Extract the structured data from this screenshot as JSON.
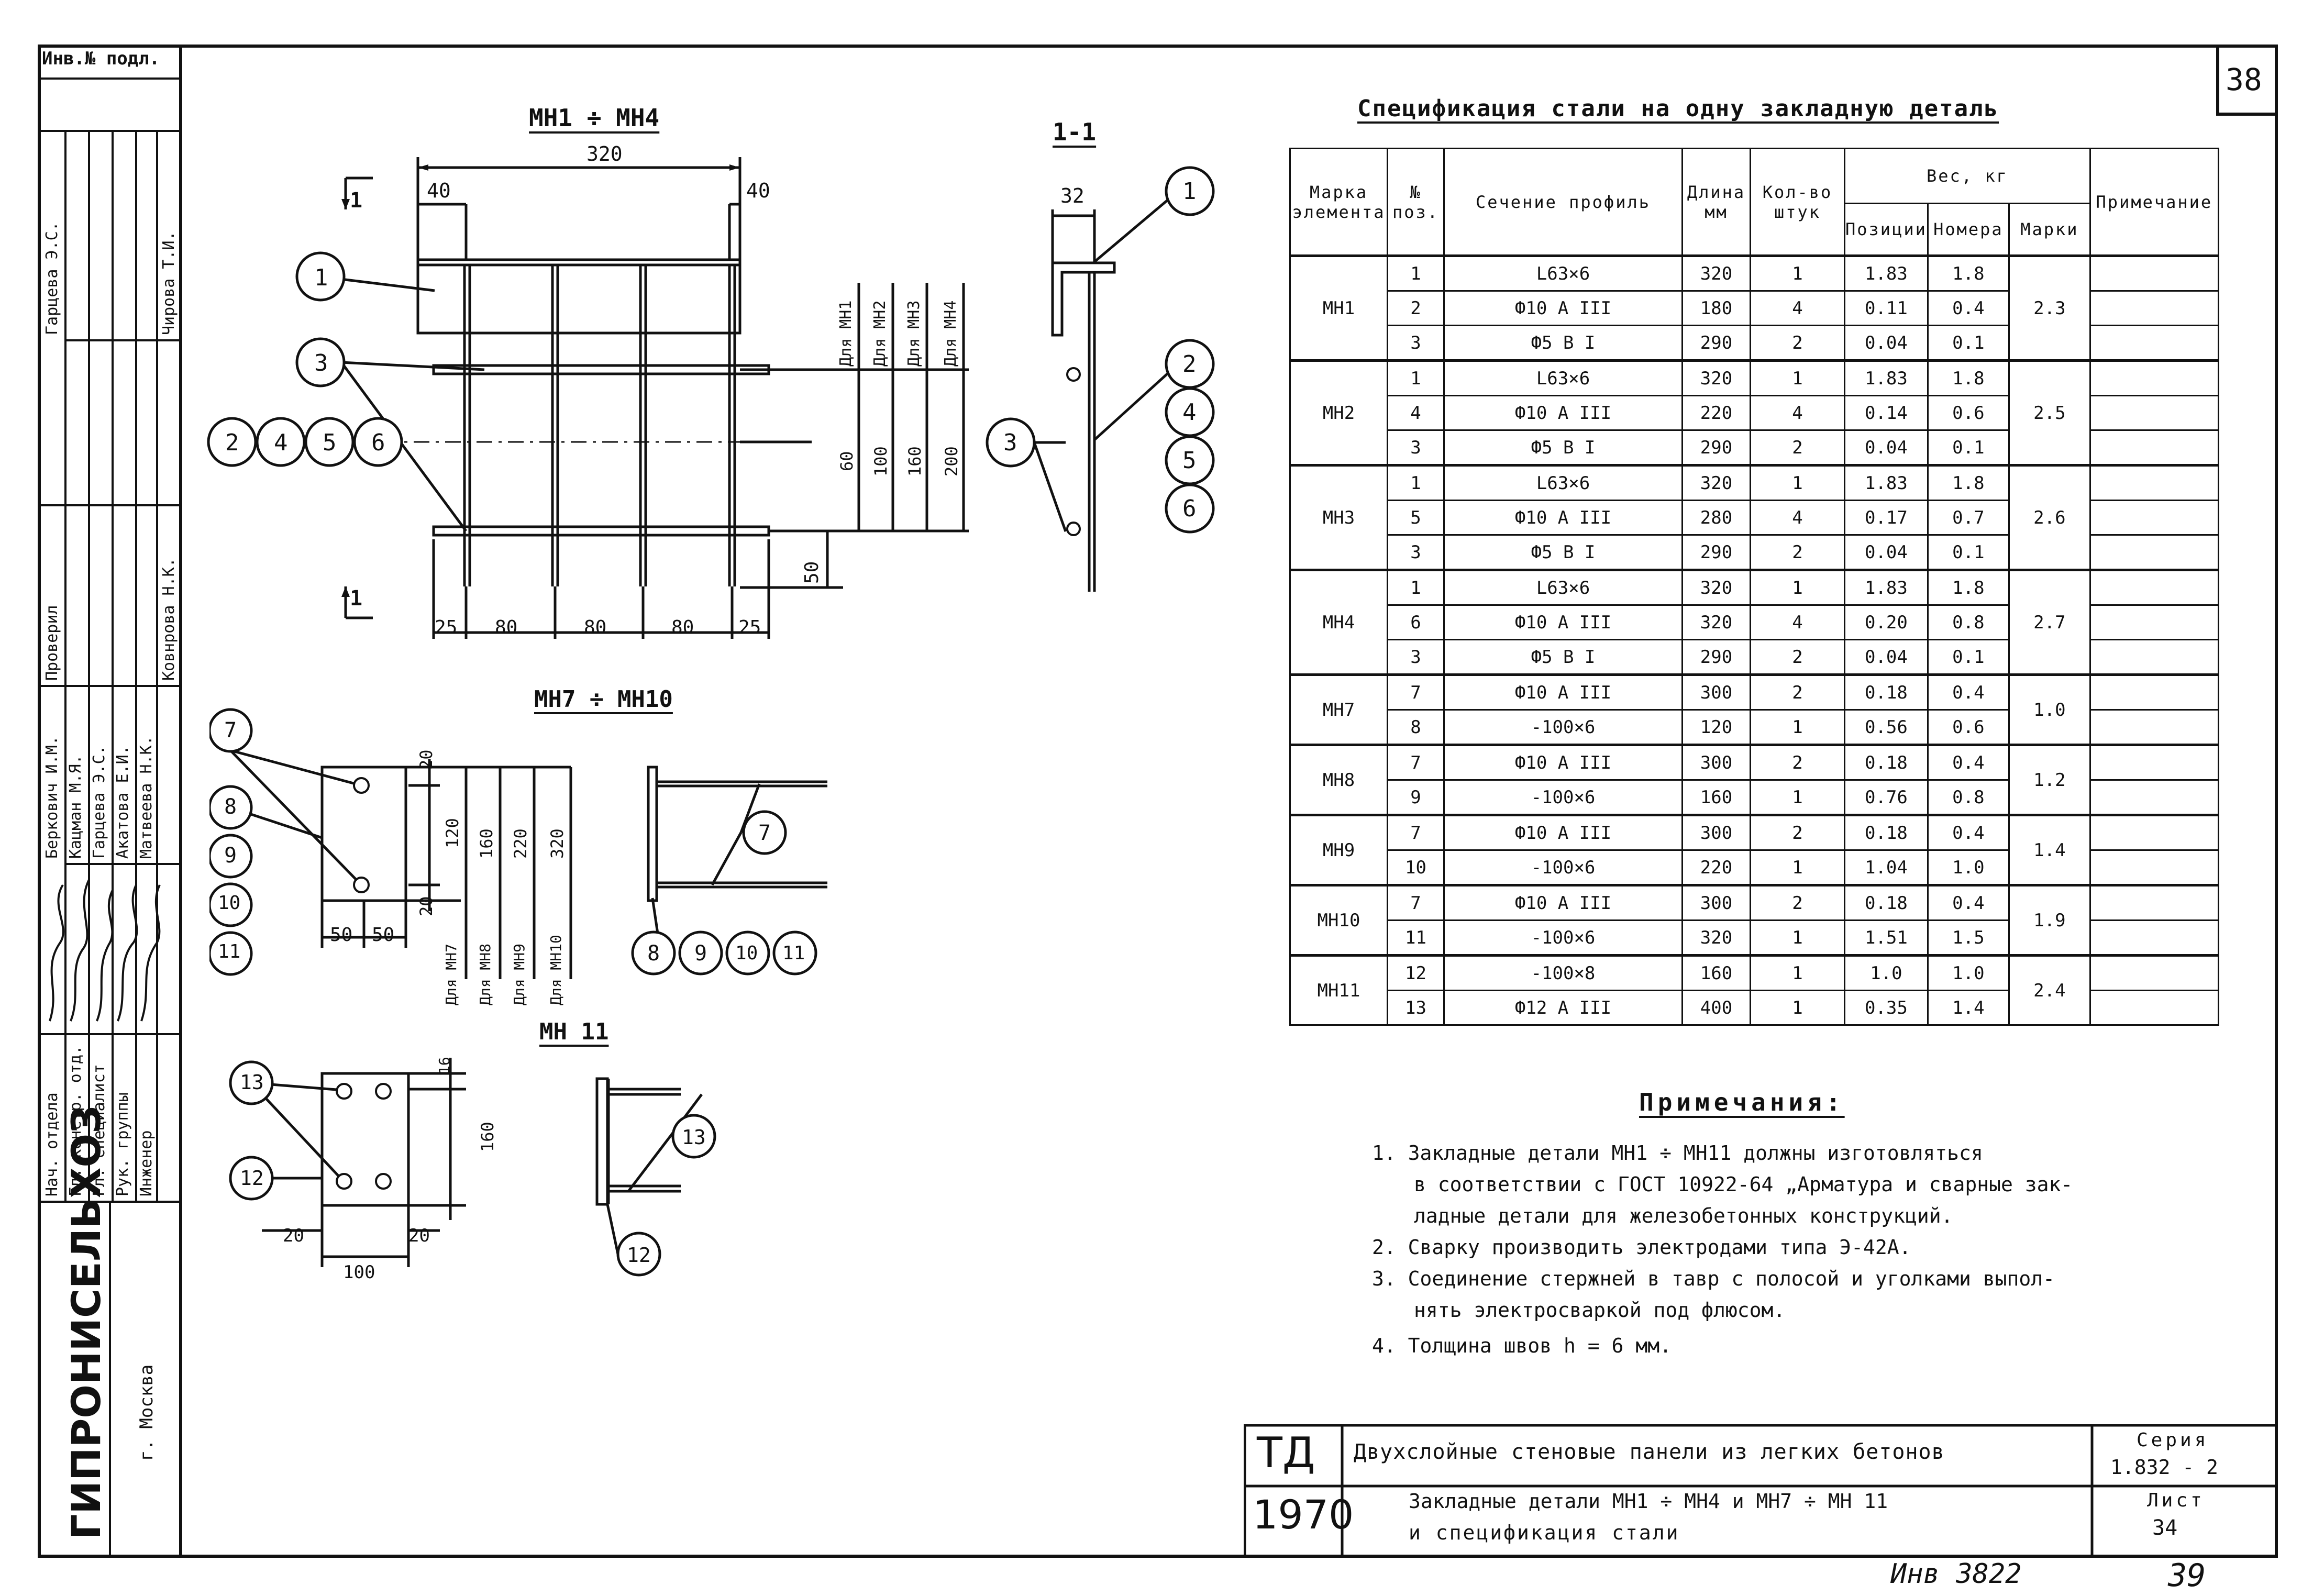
{
  "sheet": {
    "number": "38"
  },
  "side_stamp": {
    "top_label": "Инв.№ подл.",
    "roles": [
      "Нач. отдела",
      "Гл. констр. отд.",
      "Гл. специалист",
      "Рук. группы",
      "Инженер"
    ],
    "names": [
      "Беркович И.М.",
      "Кацман М.Я.",
      "Гарцева Э.С.",
      "Акатова Е.И.",
      "Матвеева Н.К."
    ],
    "check_label": "Проверил",
    "checker": "Ковнрова Н.К.",
    "upper_names": [
      "Гарцева Э.С.",
      "Чирова Т.И."
    ],
    "org": "ГИПРОНИСЕЛЬХОЗ",
    "city": "г. Москва"
  },
  "drawing_mn1": {
    "title": "МН1 ÷ МН4",
    "dim_total": "320",
    "dim_left": "40",
    "dim_right": "40",
    "dims_bottom": [
      "25",
      "80",
      "80",
      "80",
      "25"
    ],
    "dim_50": "50",
    "section_mark": "1",
    "callouts": [
      "1",
      "3",
      "2",
      "4",
      "5",
      "6"
    ],
    "vert_labels": [
      "Для МН1",
      "Для МН2",
      "Для МН3",
      "Для МН4"
    ],
    "vert_dims": [
      "60",
      "100",
      "160",
      "200"
    ]
  },
  "drawing_section": {
    "title": "1-1",
    "dim": "32",
    "callouts": [
      "1",
      "2",
      "4",
      "5",
      "6",
      "3"
    ]
  },
  "drawing_mn7": {
    "title": "МН7 ÷ МН10",
    "dims_right": [
      "20",
      "120",
      "160",
      "220",
      "320"
    ],
    "dim_20_bottom": "20",
    "dims_bottom": [
      "50",
      "50"
    ],
    "vert_labels": [
      "Для МН7",
      "Для МН8",
      "Для МН9",
      "Для МН10"
    ],
    "callouts": [
      "7",
      "8",
      "9",
      "10",
      "11"
    ],
    "side_callouts": [
      "7",
      "8",
      "9",
      "10",
      "11"
    ]
  },
  "drawing_mn11": {
    "title": "МН 11",
    "dims": [
      "16",
      "160",
      "20",
      "20",
      "100"
    ],
    "callouts": [
      "13",
      "12"
    ],
    "side_callouts": [
      "13",
      "12"
    ]
  },
  "spec": {
    "title": "Спецификация стали на одну закладную деталь",
    "headers": {
      "mark": "Марка элемента",
      "pos": "№ поз.",
      "section": "Сечение профиль",
      "length": "Длина мм",
      "qty": "Кол-во штук",
      "weight": "Вес, кг",
      "w_pos": "Позиции",
      "w_num": "Номера",
      "w_mark": "Марки",
      "note": "Примечание"
    },
    "groups": [
      {
        "mark": "МН1",
        "total": "2.3",
        "rows": [
          {
            "pos": "1",
            "section": "L63×6",
            "length": "320",
            "qty": "1",
            "w_pos": "1.83",
            "w_num": "1.8"
          },
          {
            "pos": "2",
            "section": "Ф10 А III",
            "length": "180",
            "qty": "4",
            "w_pos": "0.11",
            "w_num": "0.4"
          },
          {
            "pos": "3",
            "section": "Ф5 В I",
            "length": "290",
            "qty": "2",
            "w_pos": "0.04",
            "w_num": "0.1"
          }
        ]
      },
      {
        "mark": "МН2",
        "total": "2.5",
        "rows": [
          {
            "pos": "1",
            "section": "L63×6",
            "length": "320",
            "qty": "1",
            "w_pos": "1.83",
            "w_num": "1.8"
          },
          {
            "pos": "4",
            "section": "Ф10 А III",
            "length": "220",
            "qty": "4",
            "w_pos": "0.14",
            "w_num": "0.6"
          },
          {
            "pos": "3",
            "section": "Ф5 В I",
            "length": "290",
            "qty": "2",
            "w_pos": "0.04",
            "w_num": "0.1"
          }
        ]
      },
      {
        "mark": "МН3",
        "total": "2.6",
        "rows": [
          {
            "pos": "1",
            "section": "L63×6",
            "length": "320",
            "qty": "1",
            "w_pos": "1.83",
            "w_num": "1.8"
          },
          {
            "pos": "5",
            "section": "Ф10 А III",
            "length": "280",
            "qty": "4",
            "w_pos": "0.17",
            "w_num": "0.7"
          },
          {
            "pos": "3",
            "section": "Ф5 В I",
            "length": "290",
            "qty": "2",
            "w_pos": "0.04",
            "w_num": "0.1"
          }
        ]
      },
      {
        "mark": "МН4",
        "total": "2.7",
        "rows": [
          {
            "pos": "1",
            "section": "L63×6",
            "length": "320",
            "qty": "1",
            "w_pos": "1.83",
            "w_num": "1.8"
          },
          {
            "pos": "6",
            "section": "Ф10 А III",
            "length": "320",
            "qty": "4",
            "w_pos": "0.20",
            "w_num": "0.8"
          },
          {
            "pos": "3",
            "section": "Ф5 В I",
            "length": "290",
            "qty": "2",
            "w_pos": "0.04",
            "w_num": "0.1"
          }
        ]
      },
      {
        "mark": "МН7",
        "total": "1.0",
        "rows": [
          {
            "pos": "7",
            "section": "Ф10 А III",
            "length": "300",
            "qty": "2",
            "w_pos": "0.18",
            "w_num": "0.4"
          },
          {
            "pos": "8",
            "section": "-100×6",
            "length": "120",
            "qty": "1",
            "w_pos": "0.56",
            "w_num": "0.6"
          }
        ]
      },
      {
        "mark": "МН8",
        "total": "1.2",
        "rows": [
          {
            "pos": "7",
            "section": "Ф10 А III",
            "length": "300",
            "qty": "2",
            "w_pos": "0.18",
            "w_num": "0.4"
          },
          {
            "pos": "9",
            "section": "-100×6",
            "length": "160",
            "qty": "1",
            "w_pos": "0.76",
            "w_num": "0.8"
          }
        ]
      },
      {
        "mark": "МН9",
        "total": "1.4",
        "rows": [
          {
            "pos": "7",
            "section": "Ф10 А III",
            "length": "300",
            "qty": "2",
            "w_pos": "0.18",
            "w_num": "0.4"
          },
          {
            "pos": "10",
            "section": "-100×6",
            "length": "220",
            "qty": "1",
            "w_pos": "1.04",
            "w_num": "1.0"
          }
        ]
      },
      {
        "mark": "МН10",
        "total": "1.9",
        "rows": [
          {
            "pos": "7",
            "section": "Ф10 А III",
            "length": "300",
            "qty": "2",
            "w_pos": "0.18",
            "w_num": "0.4"
          },
          {
            "pos": "11",
            "section": "-100×6",
            "length": "320",
            "qty": "1",
            "w_pos": "1.51",
            "w_num": "1.5"
          }
        ]
      },
      {
        "mark": "МН11",
        "total": "2.4",
        "rows": [
          {
            "pos": "12",
            "section": "-100×8",
            "length": "160",
            "qty": "1",
            "w_pos": "1.0",
            "w_num": "1.0"
          },
          {
            "pos": "13",
            "section": "Ф12 А III",
            "length": "400",
            "qty": "1",
            "w_pos": "0.35",
            "w_num": "1.4"
          }
        ]
      }
    ]
  },
  "notes": {
    "title": "Примечания:",
    "items": [
      "1. Закладные детали МН1 ÷ МН11 должны изготовляться",
      "в соответствии с ГОСТ 10922-64 „Арматура и сварные зак-",
      "ладные детали для железобетонных конструкций.",
      "2. Сварку производить электродами типа Э-42А.",
      "3. Соединение стержней в тавр с полосой и уголками выпол-",
      "нять электросваркой под флюсом.",
      "4. Толщина швов h = 6 мм."
    ]
  },
  "title_block": {
    "td": "ТД",
    "year": "1970",
    "project": "Двухслойные стеновые панели из легких бетонов",
    "subject_line1": "Закладные детали МН1 ÷ МН4 и МН7 ÷ МН 11",
    "subject_line2": "и спецификация стали",
    "series_label": "Серия",
    "series": "1.832 - 2",
    "sheet_label": "Лист",
    "sheet_no": "34"
  },
  "footer": {
    "inv": "Инв 3822",
    "page": "39"
  }
}
